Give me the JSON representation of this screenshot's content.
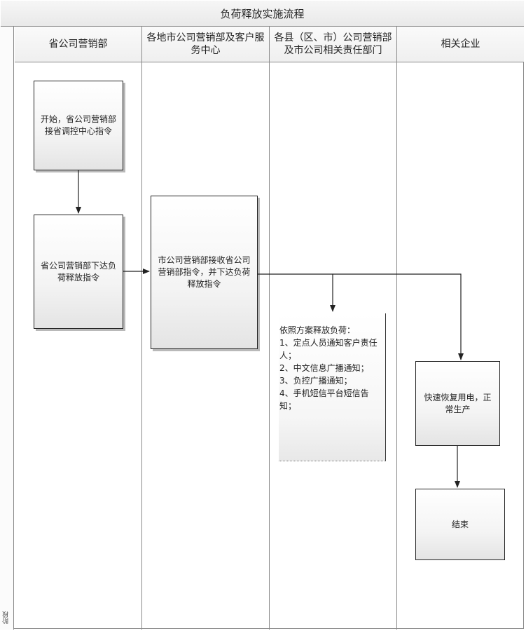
{
  "title": "负荷释放实施流程",
  "lanes": [
    {
      "name": "省公司营销部"
    },
    {
      "name": "各地市公司营销部及客户服务中心"
    },
    {
      "name": "各县（区、市）公司营销部及市公司相关责任部门"
    },
    {
      "name": "相关企业"
    }
  ],
  "phase_label": "阶段",
  "nodes": {
    "start": "开始，省公司营销部接省调控中心指令",
    "province_issue": "省公司营销部下达负荷释放指令",
    "city_receive": "市公司营销部接收省公司营销部指令，并下达负荷释放指令",
    "county_release": "依照方案释放负荷：\n1、定点人员通知客户责任人；\n2、中文信息广播通知；\n3、负控广播通知；\n4、手机短信平台短信告知；",
    "restore": "快速恢复用电，正常生产",
    "end": "结束"
  },
  "colors": {
    "line": "#222222",
    "border": "#8a8a8a"
  }
}
